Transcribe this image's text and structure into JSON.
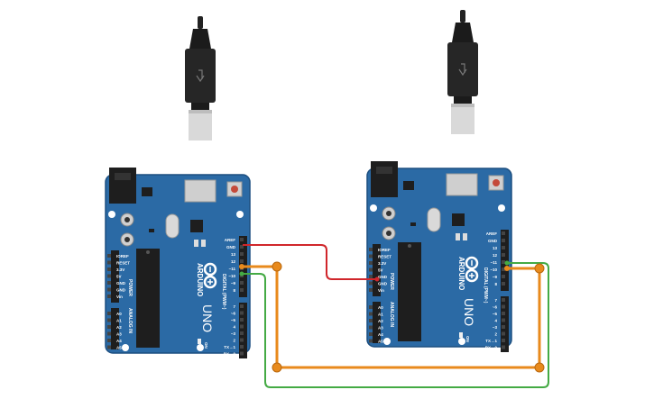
{
  "boards": [
    {
      "id": "board-1",
      "brand": "ARDUINO",
      "model": "UNO",
      "on_label": "ON",
      "power_header": "POWER",
      "analog_header": "ANALOG IN",
      "digital_header": "DIGITAL (PWM~)",
      "power_pins": [
        "IOREF",
        "RESET",
        "3.3V",
        "5V",
        "GND",
        "GND",
        "Vin"
      ],
      "analog_pins": [
        "A0",
        "A1",
        "A2",
        "A3",
        "A4",
        "A5"
      ],
      "digital_top": [
        "AREF",
        "GND",
        "13",
        "12",
        "~11",
        "~10",
        "~9",
        "8"
      ],
      "digital_bottom": [
        "7",
        "~6",
        "~5",
        "4",
        "~3",
        "2",
        "TX→1",
        "RX←0"
      ]
    },
    {
      "id": "board-2",
      "brand": "ARDUINO",
      "model": "UNO",
      "on_label": "ON",
      "power_header": "POWER",
      "analog_header": "ANALOG IN",
      "digital_header": "DIGITAL (PWM~)",
      "power_pins": [
        "IOREF",
        "RESET",
        "3.3V",
        "5V",
        "GND",
        "GND",
        "Vin"
      ],
      "analog_pins": [
        "A0",
        "A1",
        "A2",
        "A3",
        "A4",
        "A5"
      ],
      "digital_top": [
        "AREF",
        "GND",
        "13",
        "12",
        "~11",
        "~10",
        "~9",
        "8"
      ],
      "digital_bottom": [
        "7",
        "~6",
        "~5",
        "4",
        "~3",
        "2",
        "TX→1",
        "RX←0"
      ]
    }
  ],
  "wires": [
    {
      "name": "wire-red-gnd",
      "color": "#d0262b",
      "from": "board-1 GND",
      "to": "board-2 GND"
    },
    {
      "name": "wire-orange-11-10",
      "color": "#e88a1c",
      "from": "board-1 ~11",
      "to": "board-2 ~10"
    },
    {
      "name": "wire-green-10-11",
      "color": "#44aa44",
      "from": "board-1 ~10",
      "to": "board-2 ~11"
    }
  ],
  "colors": {
    "board": "#2b6aa5",
    "board_edge": "#1d4f80",
    "header": "#1e1e1e",
    "usb_plug": "#222222",
    "usb_metal": "#d7d7d7",
    "wire_red": "#d0262b",
    "wire_orange": "#e88a1c",
    "wire_green": "#44aa44"
  }
}
